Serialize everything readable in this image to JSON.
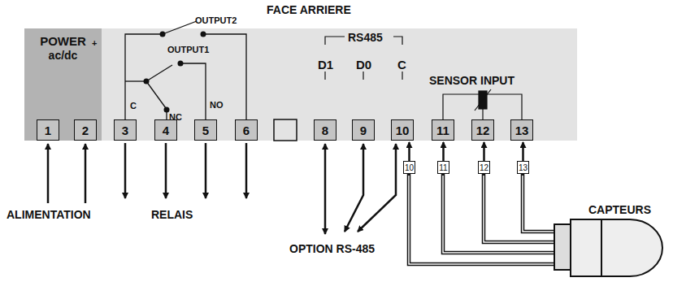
{
  "diagram": {
    "title": "FACE ARRIERE",
    "nodes": [
      {
        "text": [
          "POWER",
          "ac/dc"
        ]
      },
      {
        "text": [
          "1"
        ],
        "in": 0
      },
      {
        "text": [
          "2"
        ],
        "in": 0
      },
      {
        "text": [
          "3"
        ]
      },
      {
        "text": [
          "4"
        ]
      },
      {
        "text": [
          "5"
        ]
      },
      {
        "text": [
          "6"
        ]
      },
      {
        "text": [
          "8"
        ]
      },
      {
        "text": [
          "9"
        ]
      },
      {
        "text": [
          "10"
        ]
      },
      {
        "text": [
          "11"
        ]
      },
      {
        "text": [
          "12"
        ]
      },
      {
        "text": [
          "13"
        ]
      },
      {
        "text": [
          "10"
        ]
      },
      {
        "text": [
          "11"
        ]
      },
      {
        "text": [
          "12"
        ]
      },
      {
        "text": [
          "13"
        ]
      }
    ],
    "edges": [
      {
        "from": 13,
        "to": 9,
        "arrow": "to"
      },
      {
        "from": 14,
        "to": 10,
        "arrow": "to"
      },
      {
        "from": 15,
        "to": 11,
        "arrow": "to"
      },
      {
        "from": 16,
        "to": 12,
        "arrow": "to"
      }
    ],
    "labels": [
      "+",
      "OUTPUT2",
      "OUTPUT1",
      "C",
      "NC",
      "NO",
      "RS485",
      "D1",
      "D0",
      "C",
      "SENSOR INPUT",
      "ALIMENTATION",
      "RELAIS",
      "OPTION RS-485",
      "CAPTEURS"
    ]
  }
}
